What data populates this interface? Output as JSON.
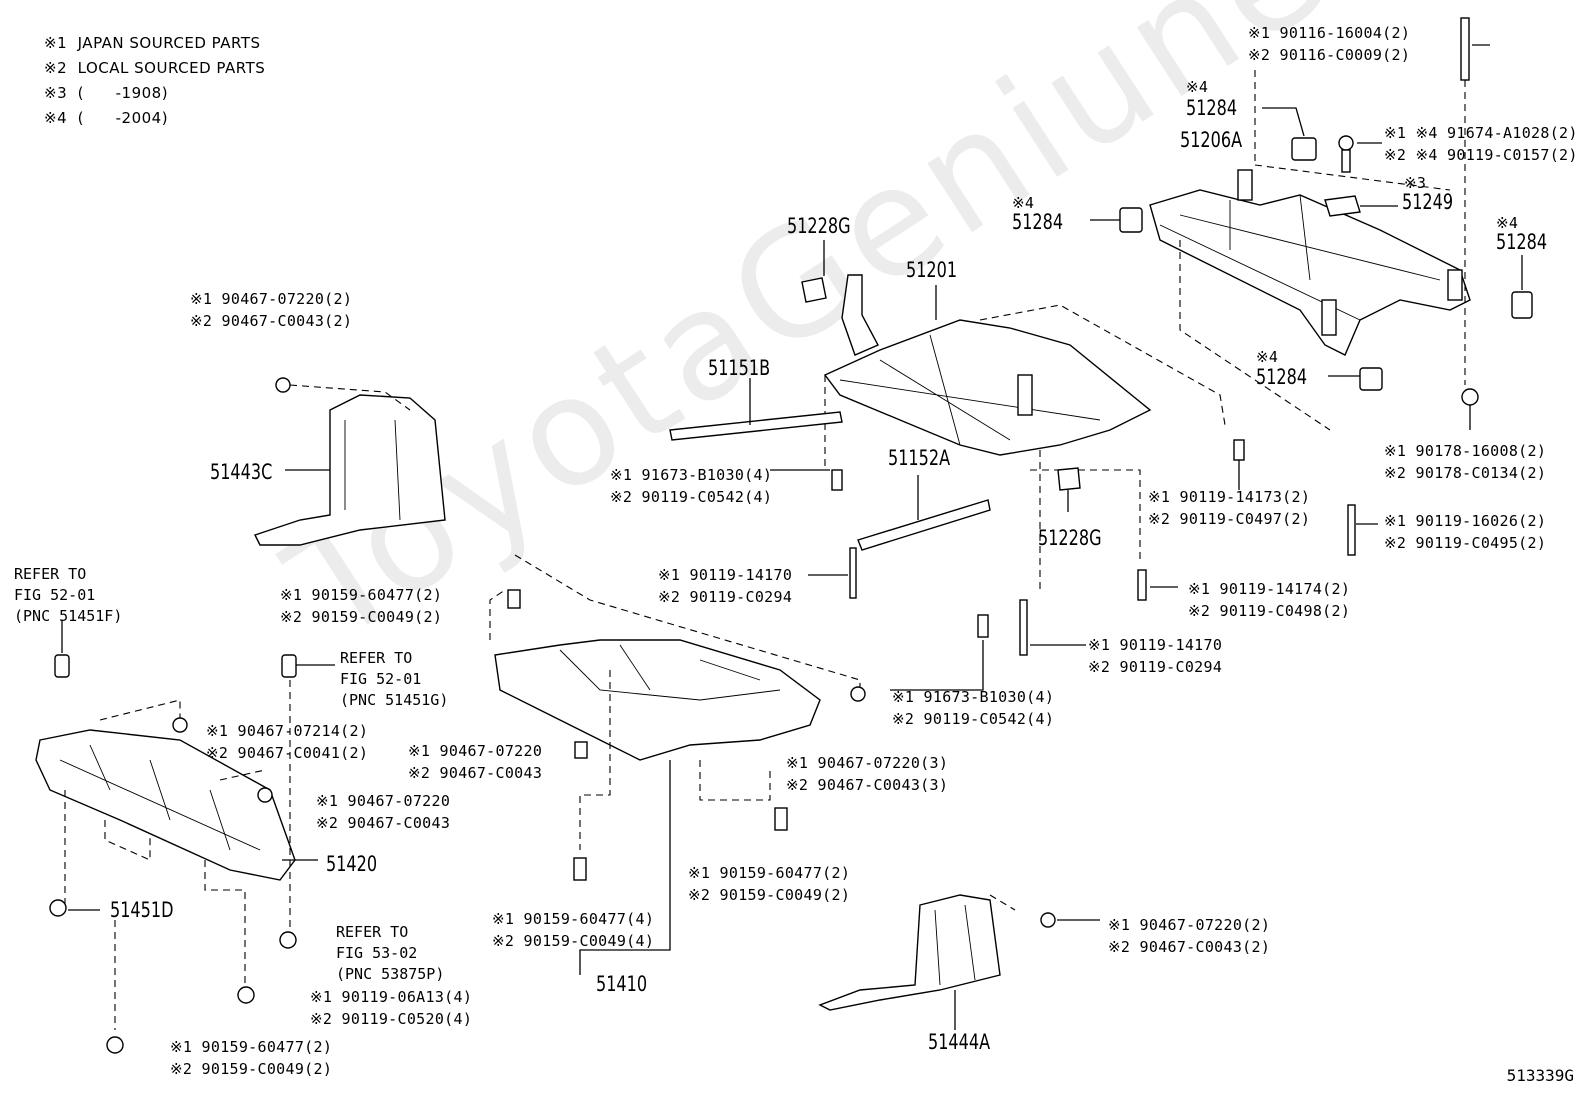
{
  "legend": [
    "※1  JAPAN SOURCED PARTS",
    "※2  LOCAL SOURCED PARTS",
    "※3  (      -1908)",
    "※4  (      -2004)"
  ],
  "watermark": "ToyotaGeniune",
  "figure_code": "513339G",
  "pnc": {
    "p51206A": "51206A",
    "p51201": "51201",
    "p51228G_top": "51228G",
    "p51228G_bottom": "51228G",
    "p51151B": "51151B",
    "p51152A": "51152A",
    "p51443C": "51443C",
    "p51284_a": "51284",
    "p51284_b": "51284",
    "p51284_c": "51284",
    "p51284_d": "51284",
    "p51249": "51249",
    "p51420": "51420",
    "p51451D": "51451D",
    "p51410": "51410",
    "p51444A": "51444A"
  },
  "notes": {
    "n51284_a": "※4",
    "n51284_b": "※4",
    "n51284_c": "※4",
    "n51284_d": "※4",
    "n51249": "※3"
  },
  "labels": {
    "l_90116": "※1 90116-16004(2)\n※2 90116-C0009(2)",
    "l_91674": "※1 ※4 91674-A1028(2)\n※2 ※4 90119-C0157(2)",
    "l_90178": "※1 90178-16008(2)\n※2 90178-C0134(2)",
    "l_90119_16026": "※1 90119-16026(2)\n※2 90119-C0495(2)",
    "l_90119_14173": "※1 90119-14173(2)\n※2 90119-C0497(2)",
    "l_90119_14174": "※1 90119-14174(2)\n※2 90119-C0498(2)",
    "l_90119_14170_r": "※1 90119-14170\n※2 90119-C0294",
    "l_91673_b": "※1 91673-B1030(4)\n※2 90119-C0542(4)",
    "l_91673_a": "※1 91673-B1030(4)\n※2 90119-C0542(4)",
    "l_90119_14170_l": "※1 90119-14170\n※2 90119-C0294",
    "l_90467_top": "※1 90467-07220(2)\n※2 90467-C0043(2)",
    "l_90159_top": "※1 90159-60477(2)\n※2 90159-C0049(2)",
    "l_90467_07214": "※1 90467-07214(2)\n※2 90467-C0041(2)",
    "l_90467_mid": "※1 90467-07220\n※2 90467-C0043",
    "l_90467_left": "※1 90467-07220\n※2 90467-C0043",
    "l_90467_3": "※1 90467-07220(3)\n※2 90467-C0043(3)",
    "l_90159_mid": "※1 90159-60477(2)\n※2 90159-C0049(2)",
    "l_90159_4": "※1 90159-60477(4)\n※2 90159-C0049(4)",
    "l_90467_br": "※1 90467-07220(2)\n※2 90467-C0043(2)",
    "l_90119_06A13": "※1 90119-06A13(4)\n※2 90119-C0520(4)",
    "l_90159_bottom": "※1 90159-60477(2)\n※2 90159-C0049(2)"
  },
  "refs": {
    "r_51451F": "REFER TO\nFIG 52-01\n(PNC 51451F)",
    "r_51451G": "REFER TO\nFIG 52-01\n(PNC 51451G)",
    "r_53875P": "REFER TO\nFIG 53-02\n(PNC 53875P)"
  }
}
